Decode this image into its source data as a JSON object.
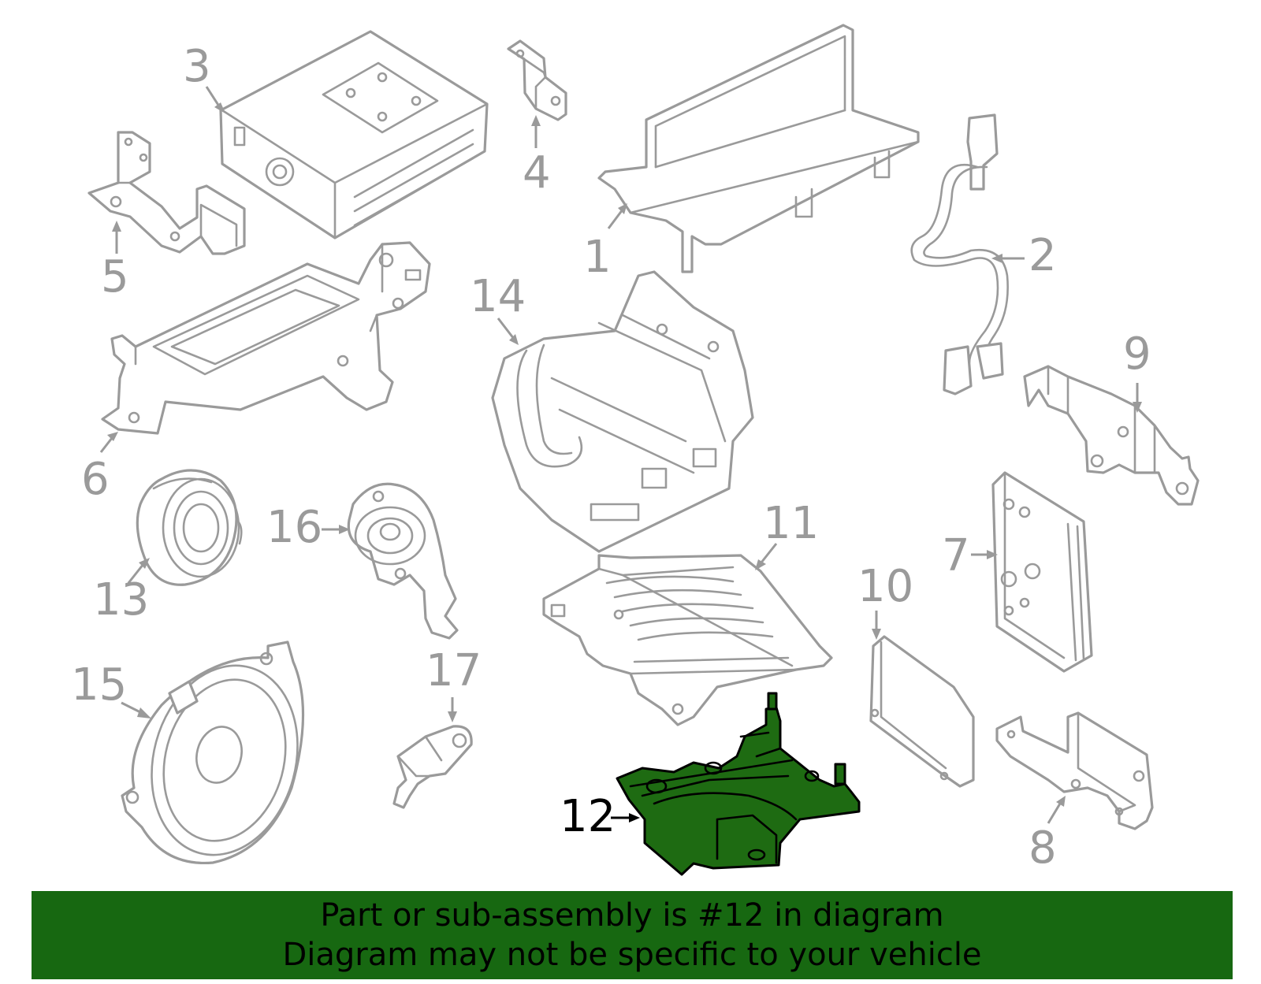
{
  "callouts": {
    "c1": "1",
    "c2": "2",
    "c3": "3",
    "c4": "4",
    "c5": "5",
    "c6": "6",
    "c7": "7",
    "c8": "8",
    "c9": "9",
    "c10": "10",
    "c11": "11",
    "c12": "12",
    "c13": "13",
    "c14": "14",
    "c15": "15",
    "c16": "16",
    "c17": "17"
  },
  "highlighted_part": "12",
  "banner": {
    "line1": "Part or sub-assembly is #12 in diagram",
    "line2": "Diagram may not be specific to your vehicle"
  },
  "colors": {
    "line_art": "#9a9a9a",
    "highlight_fill": "#1e6b12",
    "banner_background": "#176811",
    "banner_text": "#000000"
  }
}
